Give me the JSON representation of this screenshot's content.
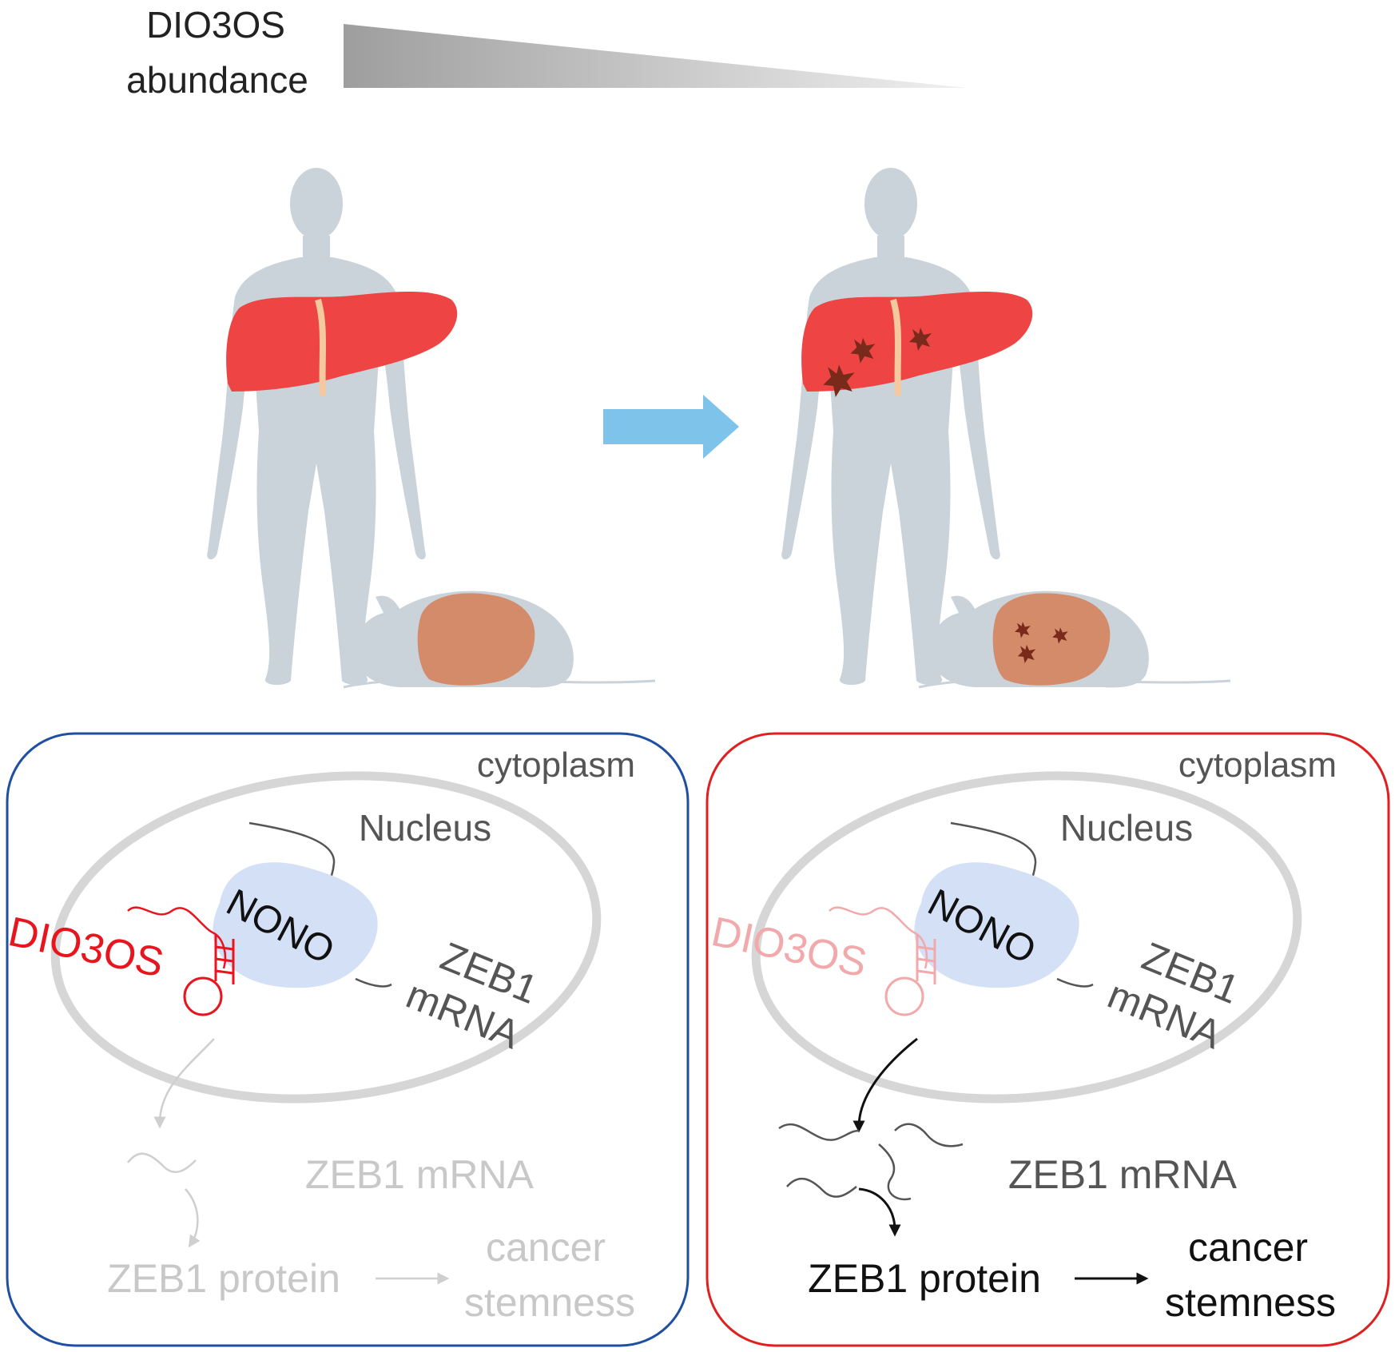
{
  "header": {
    "abundance_line1": "DIO3OS",
    "abundance_line2": "abundance",
    "gradient_color_start": "#9e9e9e",
    "gradient_color_end": "#f0f0f0"
  },
  "colors": {
    "silhouette": "#c9d3d9",
    "liver_human": "#ee4444",
    "liver_mouse": "#d48b6a",
    "tumor": "#7a2a1a",
    "transition_arrow": "#7ec3ea",
    "left_panel_border": "#1f4fa1",
    "right_panel_border": "#e02020",
    "nono_fill": "#d4e0f6",
    "dio3os_active": "#e8141e",
    "dio3os_faded": "#f2a9ab"
  },
  "left_panel": {
    "cytoplasm": "cytoplasm",
    "nucleus": "Nucleus",
    "nono": "NONO",
    "dio3os": "DIO3OS",
    "zeb1_mrna_line1": "ZEB1",
    "zeb1_mrna_line2": "mRNA",
    "zeb1_mrna_out": "ZEB1 mRNA",
    "zeb1_protein": "ZEB1 protein",
    "cancer_line1": "cancer",
    "cancer_line2": "stemness"
  },
  "right_panel": {
    "cytoplasm": "cytoplasm",
    "nucleus": "Nucleus",
    "nono": "NONO",
    "dio3os": "DIO3OS",
    "zeb1_mrna_line1": "ZEB1",
    "zeb1_mrna_line2": "mRNA",
    "zeb1_mrna_out": "ZEB1 mRNA",
    "zeb1_protein": "ZEB1 protein",
    "cancer_line1": "cancer",
    "cancer_line2": "stemness"
  }
}
